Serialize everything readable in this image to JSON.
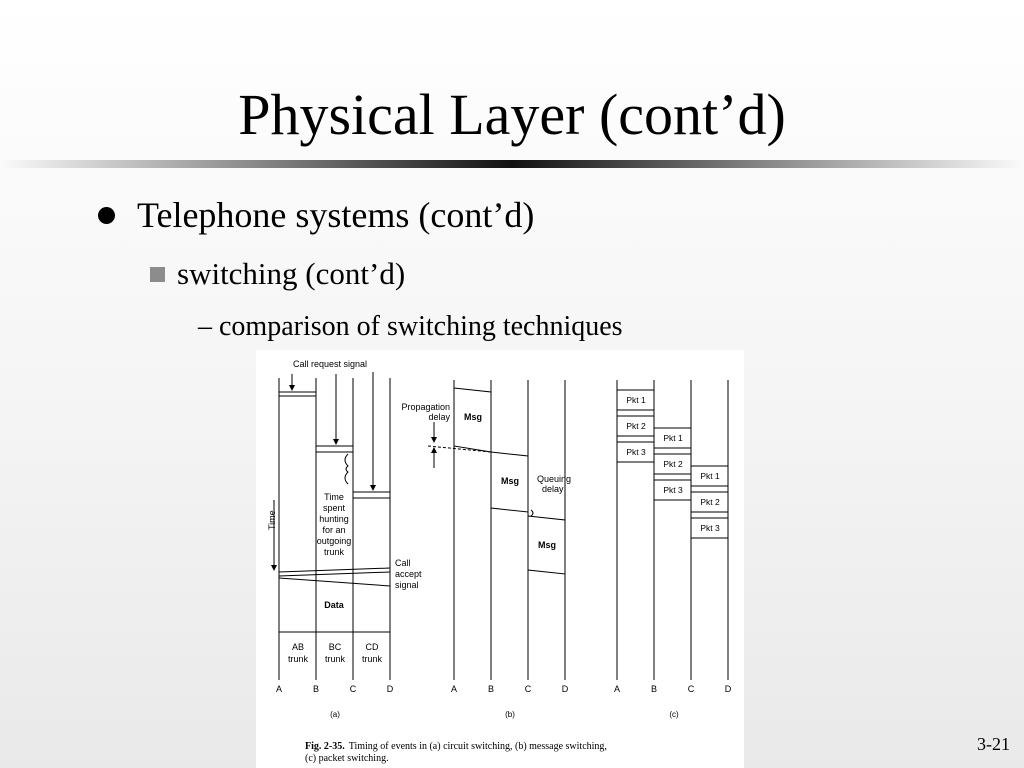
{
  "slide": {
    "title": "Physical Layer (cont’d)",
    "bullet1": "Telephone systems (cont’d)",
    "bullet2": "switching (cont’d)",
    "bullet3": "– comparison of switching techniques",
    "page_number": "3-21"
  },
  "figure": {
    "call_request": "Call request signal",
    "time": "Time",
    "time_spent": [
      "Time",
      "spent",
      "hunting",
      "for an",
      "outgoing",
      "trunk"
    ],
    "call_accept": [
      "Call",
      "accept",
      "signal"
    ],
    "data": "Data",
    "trunks": [
      [
        "AB",
        "trunk"
      ],
      [
        "BC",
        "trunk"
      ],
      [
        "CD",
        "trunk"
      ]
    ],
    "nodes": [
      "A",
      "B",
      "C",
      "D"
    ],
    "propagation_delay": [
      "Propagation",
      "delay"
    ],
    "queuing_delay": [
      "Queuing",
      "delay"
    ],
    "msg": "Msg",
    "packets": [
      "Pkt 1",
      "Pkt 2",
      "Pkt 3"
    ],
    "panels": [
      "(a)",
      "(b)",
      "(c)"
    ],
    "caption_label": "Fig. 2-35.",
    "caption_line1": "Timing of events in (a) circuit switching, (b) message switching,",
    "caption_line2": "(c) packet switching."
  }
}
